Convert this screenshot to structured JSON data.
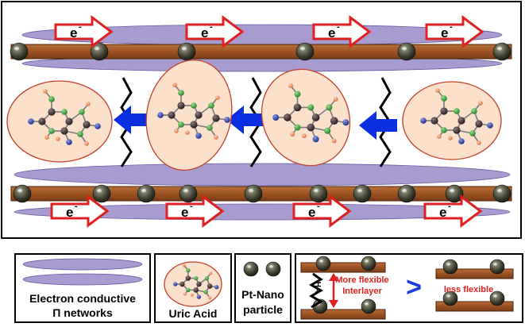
{
  "main": {
    "electron_label": "e",
    "electron_sup": "-"
  },
  "legend": {
    "networks_line1": "Electron conductive",
    "networks_line2": "Π networks",
    "uric_acid": "Uric Acid",
    "pt_line1": "Pt-Nano",
    "pt_line2": "particle",
    "ha_label": "HA",
    "more_flexible_line1": "More flexible",
    "more_flexible_line2": "Interlayer",
    "greater_than": ">",
    "less_flexible": "less flexible"
  },
  "colors": {
    "band": "#a25a28",
    "network": "#a89bd0",
    "arrow_outline": "#e02020",
    "flow_arrow": "#0a2fe0",
    "molecule_bg": "#fbe0cc",
    "molecule_border": "#c0402a",
    "carbon": "#3a2a2a",
    "nitrogen": "#2e9a3a",
    "oxygen_n": "#2a3aa0",
    "hydrogen": "#e88a5a",
    "flex_arrow": "#e02020",
    "gt_symbol": "#1a3ae0"
  }
}
